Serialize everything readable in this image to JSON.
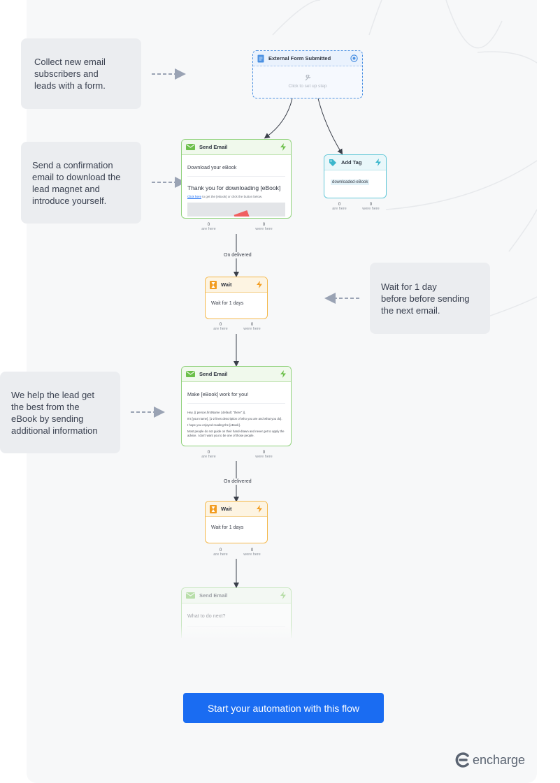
{
  "callouts": {
    "c1": [
      "Collect new email",
      "subscribers and",
      "leads with a form."
    ],
    "c2": [
      "Send a confirmation",
      "email to download the",
      "lead magnet and",
      "introduce yourself."
    ],
    "c3": [
      "Wait for 1 day",
      "before before sending",
      "the next email."
    ],
    "c4": [
      "We help the lead get",
      "the best from the",
      "eBook by sending",
      "additional information"
    ]
  },
  "trigger": {
    "title": "External Form Submitted",
    "setup": "Click to set up step"
  },
  "tag": {
    "title": "Add Tag",
    "tag_name": "downloaded-eBook",
    "stat1_num": "0",
    "stat1_label": "are here",
    "stat2_num": "0",
    "stat2_label": "were here"
  },
  "email1": {
    "title": "Send Email",
    "subject": "Download your eBook",
    "heading": "Thank you for downloading [eBook]",
    "body_link": "Click here",
    "body_rest": "to get the [eBook] or click the button below.",
    "stat1_num": "0",
    "stat1_label": "are here",
    "stat2_num": "0",
    "stat2_label": "were here"
  },
  "edge1_label": "On delivered",
  "wait1": {
    "title": "Wait",
    "text": "Wait for 1 days",
    "stat1_num": "0",
    "stat1_label": "are here",
    "stat2_num": "0",
    "stat2_label": "were here"
  },
  "email2": {
    "title": "Send Email",
    "subject": "Make [eBook] work for you!",
    "line1": "Hey, {{ person.firstName | default: \"there\" }},",
    "line2": "It's [your name], [1-2 lines description of who you are and what you do].",
    "line3": "I hope you enjoyed reading the [eBook].",
    "line4": "Most people do not guide on their hand-drawn and never get to apply the advice. I don't want you to be one of those people.",
    "stat1_num": "0",
    "stat1_label": "are here",
    "stat2_num": "0",
    "stat2_label": "were here"
  },
  "edge2_label": "On delivered",
  "wait2": {
    "title": "Wait",
    "text": "Wait for 1 days",
    "stat1_num": "0",
    "stat1_label": "are here",
    "stat2_num": "0",
    "stat2_label": "were here"
  },
  "email3": {
    "title": "Send Email",
    "subject": "What to do next?"
  },
  "cta_label": "Start your automation with this flow",
  "logo_text": "encharge",
  "colors": {
    "accent": "#1a6cf2",
    "email_green": "#6cc04a",
    "wait_orange": "#f29c1f",
    "tag_teal": "#3bb6cc",
    "trigger_blue": "#4a90e2"
  },
  "icons": {
    "trigger": "form-document-icon",
    "target": "target-icon",
    "email": "envelope-icon",
    "bolt": "lightning-icon",
    "wait": "hourglass-icon",
    "tag": "tag-icon",
    "wrench": "wrench-icon"
  }
}
